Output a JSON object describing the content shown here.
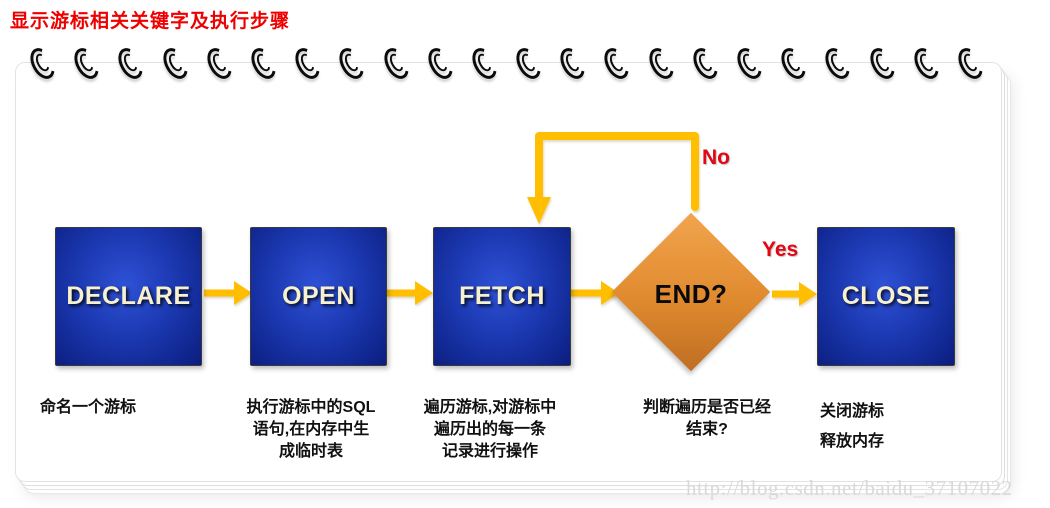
{
  "title": "显示游标相关关键字及执行步骤",
  "decor": {
    "ring_count": 22
  },
  "flow": {
    "steps": [
      {
        "label": "DECLARE",
        "shape": "box",
        "caption": [
          "命名一个游标"
        ]
      },
      {
        "label": "OPEN",
        "shape": "box",
        "caption": [
          "执行游标中的SQL",
          "语句,在内存中生",
          "成临时表"
        ]
      },
      {
        "label": "FETCH",
        "shape": "box",
        "caption": [
          "遍历游标,对游标中",
          "遍历出的每一条",
          "记录进行操作"
        ]
      },
      {
        "label": "END?",
        "shape": "diamond",
        "caption": [
          "判断遍历是否已经",
          "结束?"
        ]
      },
      {
        "label": "CLOSE",
        "shape": "box",
        "caption": [
          "关闭游标",
          "释放内存"
        ]
      }
    ],
    "branch_labels": {
      "no": "No",
      "yes": "Yes"
    }
  },
  "watermark": "http://blog.csdn.net/baidu_37107022",
  "colors": {
    "title_red": "#ee0000",
    "branch_red": "#e30613",
    "box_blue": "#1b38b0",
    "box_text": "#f7f2cd",
    "diamond_orange": "#e08a2f",
    "arrow_gold": "#ffbe00",
    "ring_black": "#0b0b0b"
  }
}
